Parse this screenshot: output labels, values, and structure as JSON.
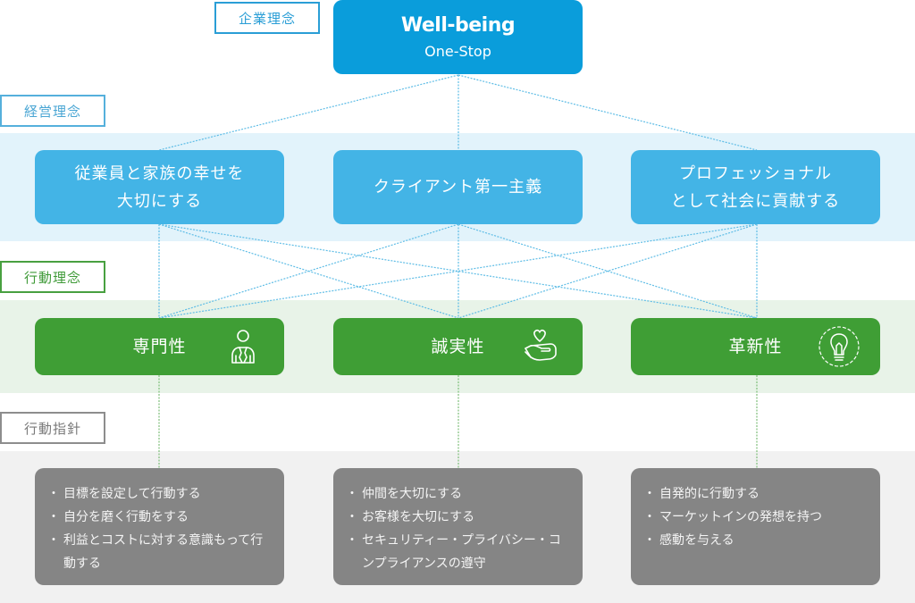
{
  "colors": {
    "corporate_blue": "#0a9ddb",
    "management_blue": "#43b4e6",
    "action_green": "#3f9e35",
    "guideline_gray": "#858585",
    "band_blue": "#e2f3fb",
    "band_green": "#e8f3e8",
    "band_gray": "#f1f1f1",
    "connector_blue": "#5fbde6",
    "connector_green": "#7fbf7a"
  },
  "levels": {
    "corporate": "企業理念",
    "management": "経営理念",
    "action": "行動理念",
    "guideline": "行動指針"
  },
  "corporate_philosophy": {
    "title": "Well-being",
    "subtitle": "One-Stop"
  },
  "management_philosophy": [
    {
      "line1": "従業員と家族の幸せを",
      "line2": "大切にする"
    },
    {
      "line1": "クライアント第一主義",
      "line2": ""
    },
    {
      "line1": "プロフェッショナル",
      "line2": "として社会に貢献する"
    }
  ],
  "action_philosophy": [
    {
      "label": "専門性",
      "icon": "businessperson-icon"
    },
    {
      "label": "誠実性",
      "icon": "heart-in-hand-icon"
    },
    {
      "label": "革新性",
      "icon": "lightbulb-icon"
    }
  ],
  "action_guidelines": [
    {
      "items": [
        "目標を設定して行動する",
        "自分を磨く行動をする",
        "利益とコストに対する意識もって行動する"
      ]
    },
    {
      "items": [
        "仲間を大切にする",
        "お客様を大切にする",
        "セキュリティー・プライバシー・コンプライアンスの遵守"
      ]
    },
    {
      "items": [
        "自発的に行動する",
        "マーケットインの発想を持つ",
        "感動を与える"
      ]
    }
  ]
}
